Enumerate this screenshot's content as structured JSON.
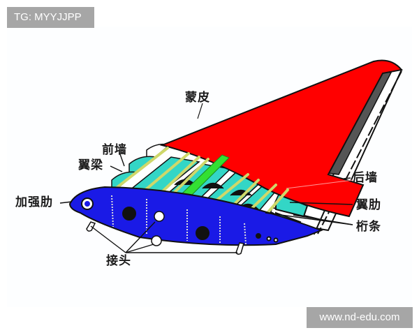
{
  "watermarks": {
    "top_left": "TG: MYYJJPP",
    "bottom_right": "www.nd-edu.com"
  },
  "diagram": {
    "subject": "aircraft wing structure",
    "colors": {
      "skin": "#ff0000",
      "reinforced_rib": "#1a1ae6",
      "ribs": "#33d6c6",
      "stringers": "#e8f08a",
      "spar_highlight": "#33e033",
      "outline": "#111111",
      "background": "#fdfeff"
    },
    "labels": {
      "skin": "蒙皮",
      "front_wall": "前墙",
      "spar": "翼梁",
      "reinforced_rib": "加强肋",
      "joint": "接头",
      "rear_wall": "后墙",
      "rib": "翼肋",
      "stringer": "桁条"
    }
  }
}
